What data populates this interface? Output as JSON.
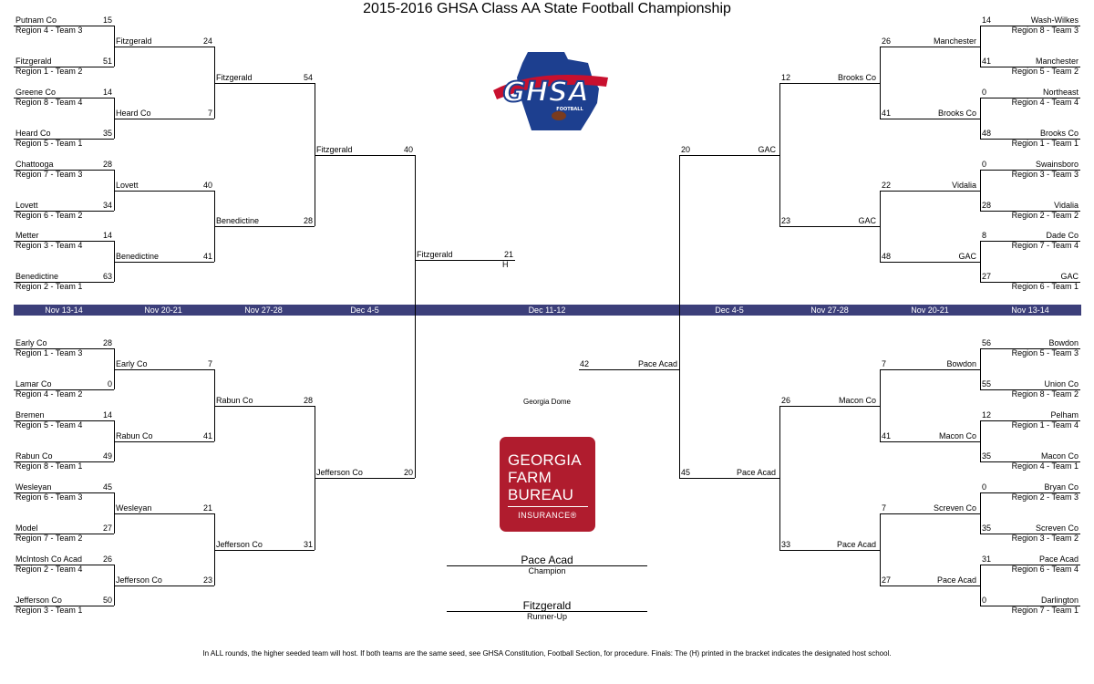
{
  "title": "2015-2016 GHSA Class AA State Football Championship",
  "colors": {
    "band": "#3c3f7a",
    "gfb_red": "#b01c2e",
    "ghsa_blue": "#1d3f8f",
    "ghsa_red": "#c8102e"
  },
  "rounds": {
    "left": [
      "Nov 13-14",
      "Nov 20-21",
      "Nov 27-28",
      "Dec 4-5"
    ],
    "center": "Dec 11-12",
    "right": [
      "Dec 4-5",
      "Nov 27-28",
      "Nov 20-21",
      "Nov 13-14"
    ]
  },
  "top_left": {
    "r1": [
      {
        "team": "Putnam Co",
        "seed": "Region 4 - Team 3",
        "score": "15"
      },
      {
        "team": "Fitzgerald",
        "seed": "Region 1 - Team 2",
        "score": "51"
      },
      {
        "team": "Greene Co",
        "seed": "Region 8 - Team 4",
        "score": "14"
      },
      {
        "team": "Heard Co",
        "seed": "Region 5 - Team 1",
        "score": "35"
      },
      {
        "team": "Chattooga",
        "seed": "Region 7 - Team 3",
        "score": "28"
      },
      {
        "team": "Lovett",
        "seed": "Region 6 - Team 2",
        "score": "34"
      },
      {
        "team": "Metter",
        "seed": "Region 3 - Team 4",
        "score": "14"
      },
      {
        "team": "Benedictine",
        "seed": "Region 2 - Team 1",
        "score": "63"
      }
    ],
    "r2": [
      {
        "team": "Fitzgerald",
        "score": "24"
      },
      {
        "team": "Heard Co",
        "score": "7"
      },
      {
        "team": "Lovett",
        "score": "40"
      },
      {
        "team": "Benedictine",
        "score": "41"
      }
    ],
    "qf": [
      {
        "team": "Fitzgerald",
        "score": "54"
      },
      {
        "team": "Benedictine",
        "score": "28"
      }
    ],
    "sf": {
      "team": "Fitzgerald",
      "score": "40"
    }
  },
  "bottom_left": {
    "r1": [
      {
        "team": "Early Co",
        "seed": "Region 1 - Team 3",
        "score": "28"
      },
      {
        "team": "Lamar Co",
        "seed": "Region 4 - Team 2",
        "score": "0"
      },
      {
        "team": "Bremen",
        "seed": "Region 5 - Team 4",
        "score": "14"
      },
      {
        "team": "Rabun Co",
        "seed": "Region 8 - Team 1",
        "score": "49"
      },
      {
        "team": "Wesleyan",
        "seed": "Region 6 - Team 3",
        "score": "45"
      },
      {
        "team": "Model",
        "seed": "Region 7 - Team 2",
        "score": "27"
      },
      {
        "team": "McIntosh Co Acad",
        "seed": "Region 2 - Team 4",
        "score": "26"
      },
      {
        "team": "Jefferson Co",
        "seed": "Region 3 - Team 1",
        "score": "50"
      }
    ],
    "r2": [
      {
        "team": "Early Co",
        "score": "7"
      },
      {
        "team": "Rabun Co",
        "score": "41"
      },
      {
        "team": "Wesleyan",
        "score": "21"
      },
      {
        "team": "Jefferson Co",
        "score": "23"
      }
    ],
    "qf": [
      {
        "team": "Rabun Co",
        "score": "28"
      },
      {
        "team": "Jefferson Co",
        "score": "31"
      }
    ],
    "sf": {
      "team": "Jefferson Co",
      "score": "20"
    }
  },
  "top_right": {
    "r1": [
      {
        "team": "Wash-Wilkes",
        "seed": "Region 8 - Team 3",
        "score": "14"
      },
      {
        "team": "Manchester",
        "seed": "Region 5 - Team 2",
        "score": "41"
      },
      {
        "team": "Northeast",
        "seed": "Region 4 - Team 4",
        "score": "0"
      },
      {
        "team": "Brooks Co",
        "seed": "Region 1 - Team 1",
        "score": "48"
      },
      {
        "team": "Swainsboro",
        "seed": "Region 3 - Team 3",
        "score": "0"
      },
      {
        "team": "Vidalia",
        "seed": "Region 2 - Team 2",
        "score": "28"
      },
      {
        "team": "Dade Co",
        "seed": "Region 7 - Team 4",
        "score": "8"
      },
      {
        "team": "GAC",
        "seed": "Region 6 - Team 1",
        "score": "27"
      }
    ],
    "r2": [
      {
        "team": "Manchester",
        "score": "26"
      },
      {
        "team": "Brooks Co",
        "score": "41"
      },
      {
        "team": "Vidalia",
        "score": "22"
      },
      {
        "team": "GAC",
        "score": "48"
      }
    ],
    "qf": [
      {
        "team": "Brooks Co",
        "score": "12"
      },
      {
        "team": "GAC",
        "score": "23"
      }
    ],
    "sf": {
      "team": "GAC",
      "score": "20"
    }
  },
  "bottom_right": {
    "r1": [
      {
        "team": "Bowdon",
        "seed": "Region 5 - Team 3",
        "score": "56"
      },
      {
        "team": "Union Co",
        "seed": "Region 8 - Team 2",
        "score": "55"
      },
      {
        "team": "Pelham",
        "seed": "Region 1 - Team 4",
        "score": "12"
      },
      {
        "team": "Macon Co",
        "seed": "Region 4 - Team 1",
        "score": "35"
      },
      {
        "team": "Bryan Co",
        "seed": "Region 2 - Team 3",
        "score": "0"
      },
      {
        "team": "Screven Co",
        "seed": "Region 3 - Team 2",
        "score": "35"
      },
      {
        "team": "Pace Acad",
        "seed": "Region 6 - Team 4",
        "score": "31"
      },
      {
        "team": "Darlington",
        "seed": "Region 7 - Team 1",
        "score": "0"
      }
    ],
    "r2": [
      {
        "team": "Bowdon",
        "score": "7"
      },
      {
        "team": "Macon Co",
        "score": "41"
      },
      {
        "team": "Screven Co",
        "score": "7"
      },
      {
        "team": "Pace Acad",
        "score": "27"
      }
    ],
    "qf": [
      {
        "team": "Macon Co",
        "score": "26"
      },
      {
        "team": "Pace Acad",
        "score": "33"
      }
    ],
    "sf": {
      "team": "Pace Acad",
      "score": "45"
    }
  },
  "final": {
    "left": {
      "team": "Fitzgerald",
      "score": "21",
      "host": "H"
    },
    "right": {
      "team": "Pace Acad",
      "score": "42"
    },
    "venue": "Georgia Dome",
    "champion": {
      "team": "Pace Acad",
      "label": "Champion"
    },
    "runner_up": {
      "team": "Fitzgerald",
      "label": "Runner-Up"
    }
  },
  "logos": {
    "ghsa": {
      "text": "GHSA",
      "sub": "FOOTBALL"
    },
    "gfb": {
      "lines": [
        "GEORGIA",
        "FARM",
        "BUREAU"
      ],
      "sub": "INSURANCE®"
    }
  },
  "footer": "In ALL rounds, the higher seeded team will host.  If both teams are the same seed, see GHSA Constitution, Football Section, for procedure.  Finals: The (H) printed in the bracket indicates the designated host school."
}
